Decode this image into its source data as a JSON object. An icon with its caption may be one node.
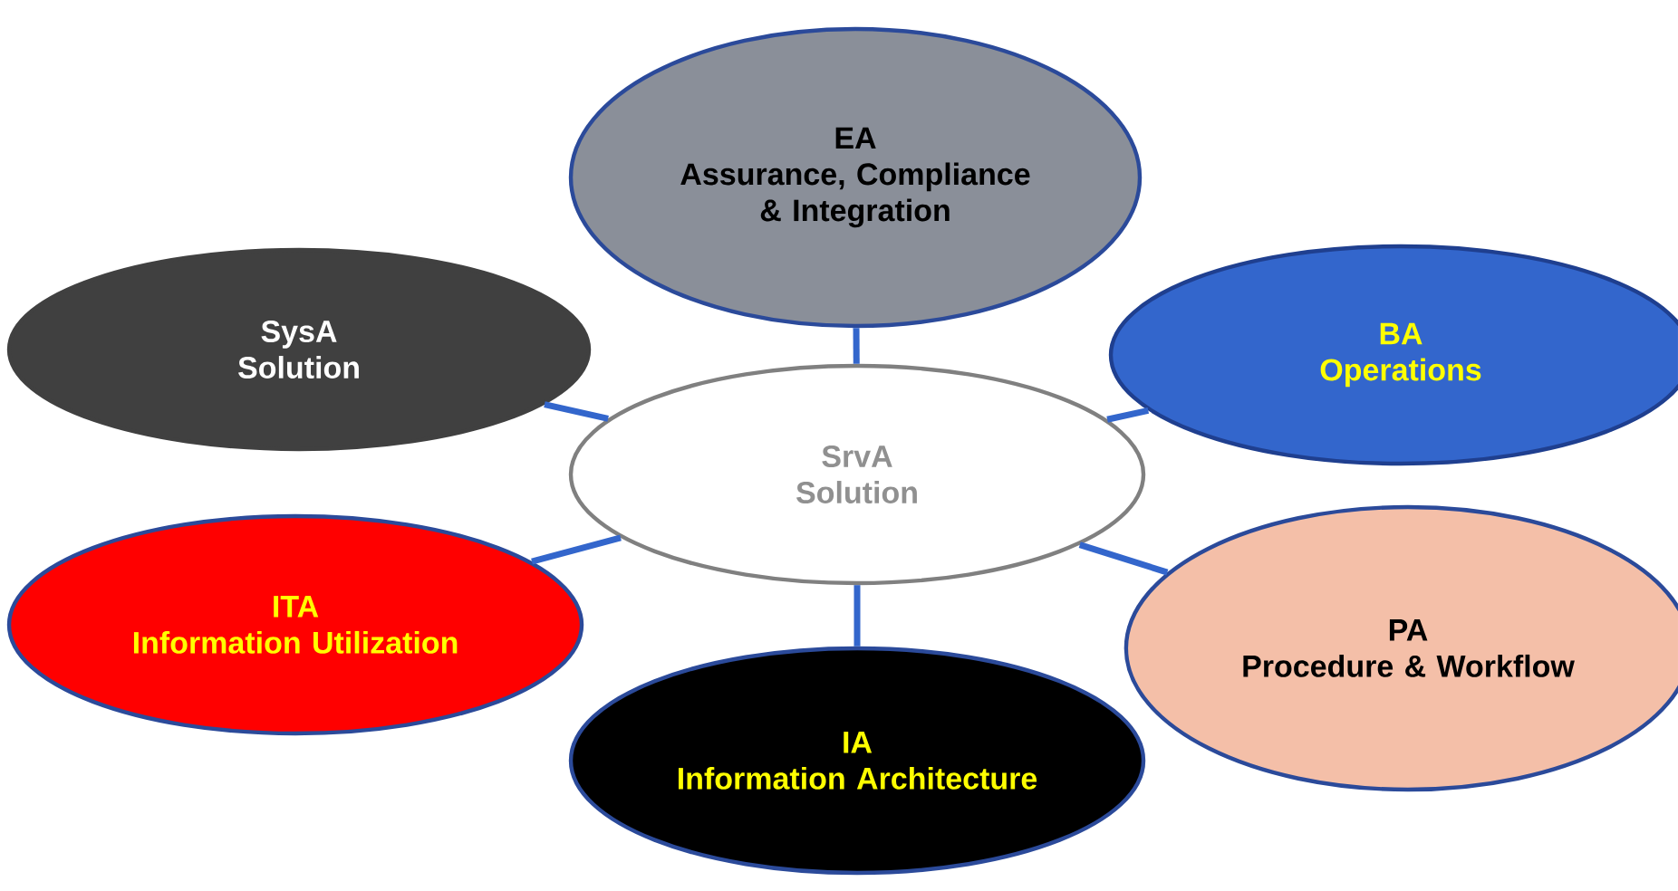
{
  "diagram": {
    "nodes": [
      {
        "text": [
          "EA",
          "Assurance, Compliance & Integration"
        ]
      },
      {
        "text": [
          "SysA",
          "Solution"
        ]
      },
      {
        "text": [
          "BA",
          "Operations"
        ]
      },
      {
        "text": [
          "SrvA",
          "Solution"
        ]
      },
      {
        "text": [
          "ITA",
          "Information Utilization"
        ]
      },
      {
        "text": [
          "PA",
          "Procedure & Workflow"
        ]
      },
      {
        "text": [
          "IA",
          "Information Architecture"
        ]
      }
    ],
    "edges": [
      {
        "from": 3,
        "to": 0,
        "arrow": "none"
      },
      {
        "from": 3,
        "to": 1,
        "arrow": "none"
      },
      {
        "from": 3,
        "to": 2,
        "arrow": "none"
      },
      {
        "from": 3,
        "to": 4,
        "arrow": "none"
      },
      {
        "from": 3,
        "to": 5,
        "arrow": "none"
      },
      {
        "from": 3,
        "to": 6,
        "arrow": "none"
      }
    ]
  }
}
